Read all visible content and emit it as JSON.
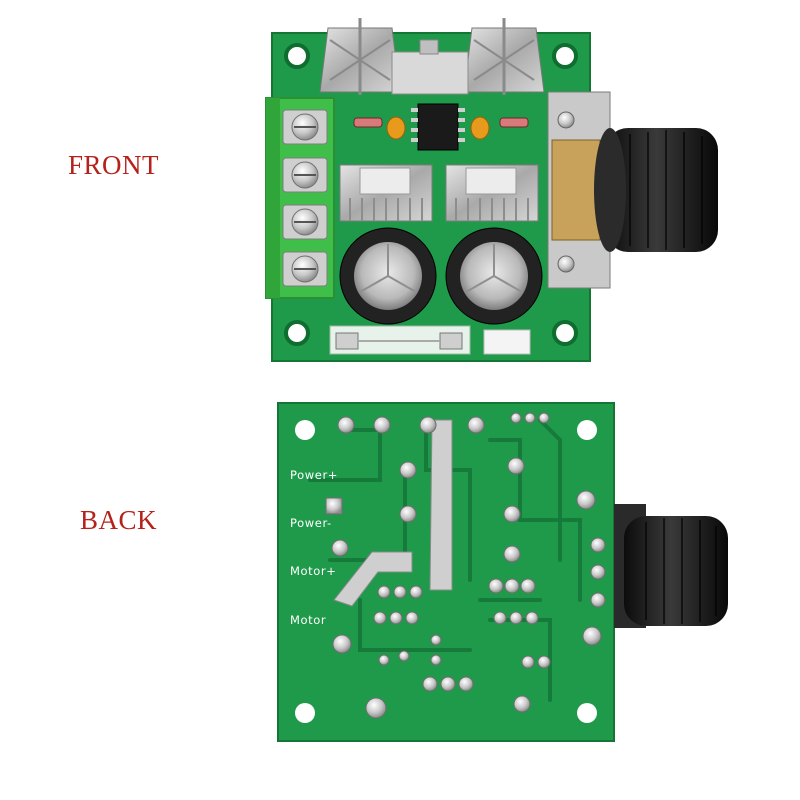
{
  "labels": {
    "front": "FRONT",
    "back": "BACK"
  },
  "silkscreen": {
    "power_plus": "Power+",
    "power_minus": "Power-",
    "motor_plus": "Motor+",
    "motor": "Motor"
  },
  "colors": {
    "pcb_green": "#1f9a4a",
    "label_red": "#b5221b",
    "terminal_green": "#3fbf4a",
    "knob_black": "#1a1a1a",
    "capacitor_black": "#222222"
  }
}
